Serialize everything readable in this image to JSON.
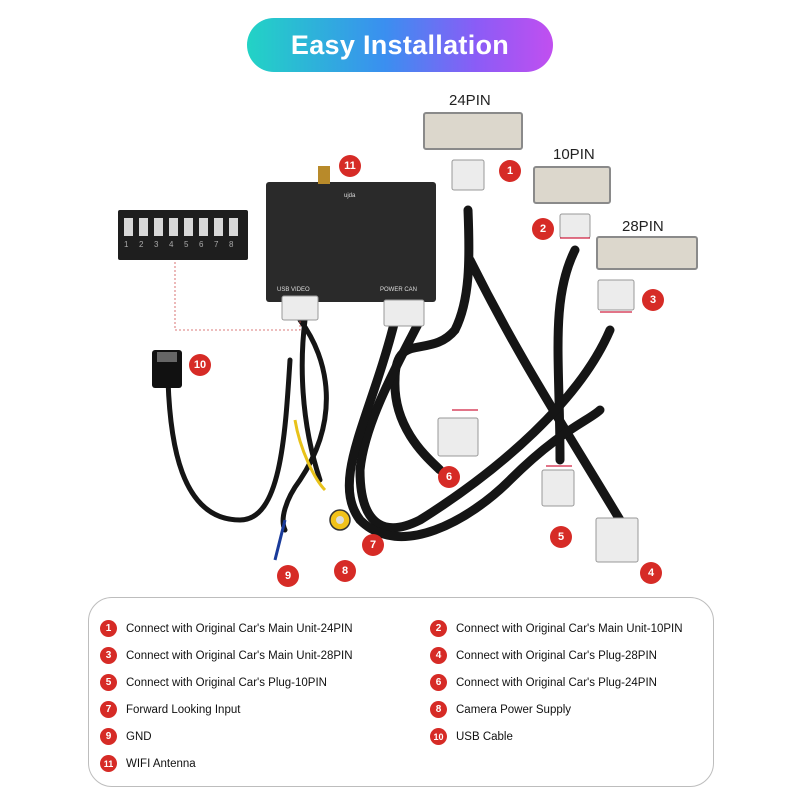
{
  "banner": {
    "title": "Easy Installation"
  },
  "connector_labels": {
    "pin24": "24PIN",
    "pin10": "10PIN",
    "pin28": "28PIN"
  },
  "module": {
    "top_label": "ujda",
    "left_port": "USB VIDEO",
    "right_port": "POWER CAN"
  },
  "dip_switch": {
    "numbers": [
      "1",
      "2",
      "3",
      "4",
      "5",
      "6",
      "7",
      "8"
    ]
  },
  "markers": [
    "1",
    "2",
    "3",
    "4",
    "5",
    "6",
    "7",
    "8",
    "9",
    "10",
    "11"
  ],
  "legend": [
    {
      "num": "1",
      "text": "Connect with Original Car's Main Unit-24PIN"
    },
    {
      "num": "2",
      "text": "Connect with Original Car's Main Unit-10PIN"
    },
    {
      "num": "3",
      "text": "Connect with Original Car's Main Unit-28PIN"
    },
    {
      "num": "4",
      "text": "Connect with Original Car's Plug-28PIN"
    },
    {
      "num": "5",
      "text": "Connect with Original Car's Plug-10PIN"
    },
    {
      "num": "6",
      "text": "Connect with Original Car's Plug-24PIN"
    },
    {
      "num": "7",
      "text": "Forward Looking Input"
    },
    {
      "num": "8",
      "text": "Camera Power Supply"
    },
    {
      "num": "9",
      "text": "GND"
    },
    {
      "num": "10",
      "text": "USB Cable"
    },
    {
      "num": "11",
      "text": "WIFI Antenna"
    }
  ],
  "colors": {
    "marker": "#d62b26",
    "cable": "#151515",
    "module": "#2a2a2a",
    "connector": "#e9e9e9"
  }
}
